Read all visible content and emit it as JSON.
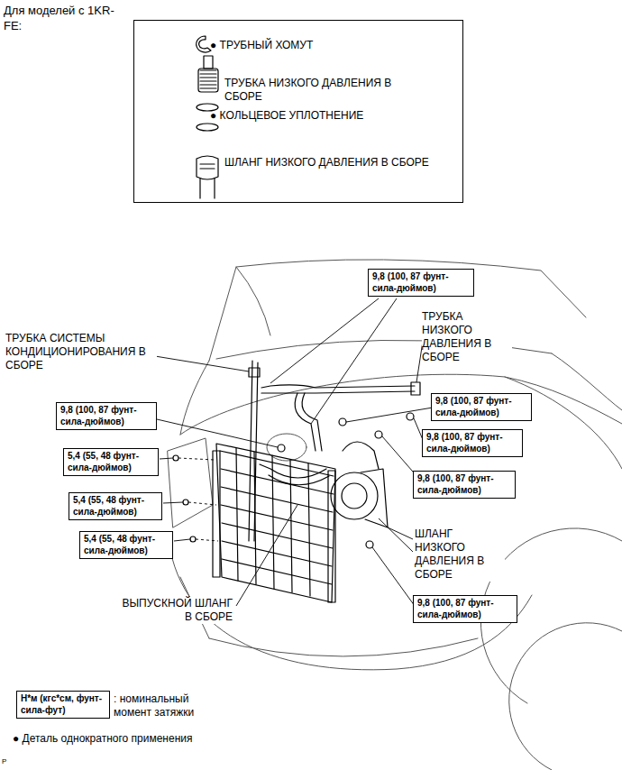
{
  "diagram": {
    "title": "Для моделей с 1KR-FE:",
    "nodes": [
      {
        "text": [
          "● ТРУБНЫЙ ХОМУТ",
          "ТРУБКА НИЗКОГО ДАВЛЕНИЯ В СБОРЕ",
          "● КОЛЬЦЕВОЕ УПЛОТНЕНИЕ",
          "ШЛАНГ НИЗКОГО ДАВЛЕНИЯ В СБОРЕ"
        ]
      },
      {
        "text": [
          "9,8 (100, 87 фунт-сила-дюймов)"
        ]
      },
      {
        "text": [
          "9,8 (100, 87 фунт-сила-дюймов)"
        ]
      },
      {
        "text": [
          "9,8 (100, 87 фунт-сила-дюймов)"
        ]
      },
      {
        "text": [
          "9,8 (100, 87 фунт-сила-дюймов)"
        ]
      },
      {
        "text": [
          "5,4 (55, 48 фунт-сила-дюймов)"
        ]
      },
      {
        "text": [
          "9,8 (100, 87 фунт-сила-дюймов)"
        ]
      },
      {
        "text": [
          "5,4 (55, 48 фунт-сила-дюймов)"
        ]
      },
      {
        "text": [
          "5,4 (55, 48 фунт-сила-дюймов)"
        ]
      },
      {
        "text": [
          "9,8 (100, 87 фунт-сила-дюймов)"
        ]
      },
      {
        "text": [
          "Н*м (кгс*см, фунт-сила-фут)"
        ]
      }
    ],
    "labels": [
      "ТРУБКА СИСТЕМЫ КОНДИЦИОНИРОВАНИЯ В СБОРЕ",
      "ТРУБКА НИЗКОГО ДАВЛЕНИЯ В СБОРЕ",
      "ШЛАНГ НИЗКОГО ДАВЛЕНИЯ В СБОРЕ",
      "ВЫПУСКНОЙ ШЛАНГ В СБОРЕ",
      ": номинальный момент затяжки",
      "● Деталь однократного применения",
      "P"
    ]
  }
}
